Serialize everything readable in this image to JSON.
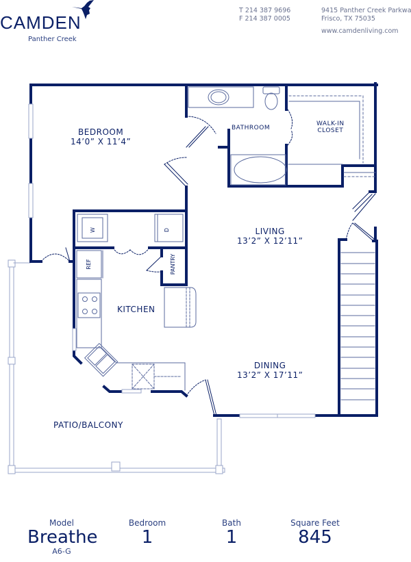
{
  "header": {
    "brand": "CAMDEN",
    "community": "Panther Creek",
    "logo_icon": "hummingbird-icon",
    "phone": "T 214 387 9696",
    "fax": "F 214 387 0005",
    "address_line1": "9415 Panther Creek Parkway",
    "address_line2": "Frisco, TX 75035",
    "website": "www.camdenliving.com"
  },
  "floorplan": {
    "rooms": [
      {
        "name": "BEDROOM",
        "dims": "14’0” X 11’4”"
      },
      {
        "name": "BATHROOM",
        "dims": ""
      },
      {
        "name": "WALK-IN",
        "name2": "CLOSET"
      },
      {
        "name": "LIVING",
        "dims": "13’2” X 12’11”"
      },
      {
        "name": "KITCHEN",
        "dims": ""
      },
      {
        "name": "DINING",
        "dims": "13’2” X 17’11”"
      },
      {
        "name": "PATIO/BALCONY",
        "dims": ""
      }
    ],
    "fixtures": {
      "washer": "W",
      "dryer": "D",
      "refrigerator": "REF",
      "pantry": "PANTRY"
    },
    "colors": {
      "wall": "#0a1f66",
      "fixture": "#5a6a9e",
      "light": "#9aa6c8"
    }
  },
  "summary": {
    "model_label": "Model",
    "model_name": "Breathe",
    "model_code": "A6-G",
    "bedroom_label": "Bedroom",
    "bedroom_value": "1",
    "bath_label": "Bath",
    "bath_value": "1",
    "sqft_label": "Square Feet",
    "sqft_value": "845"
  }
}
